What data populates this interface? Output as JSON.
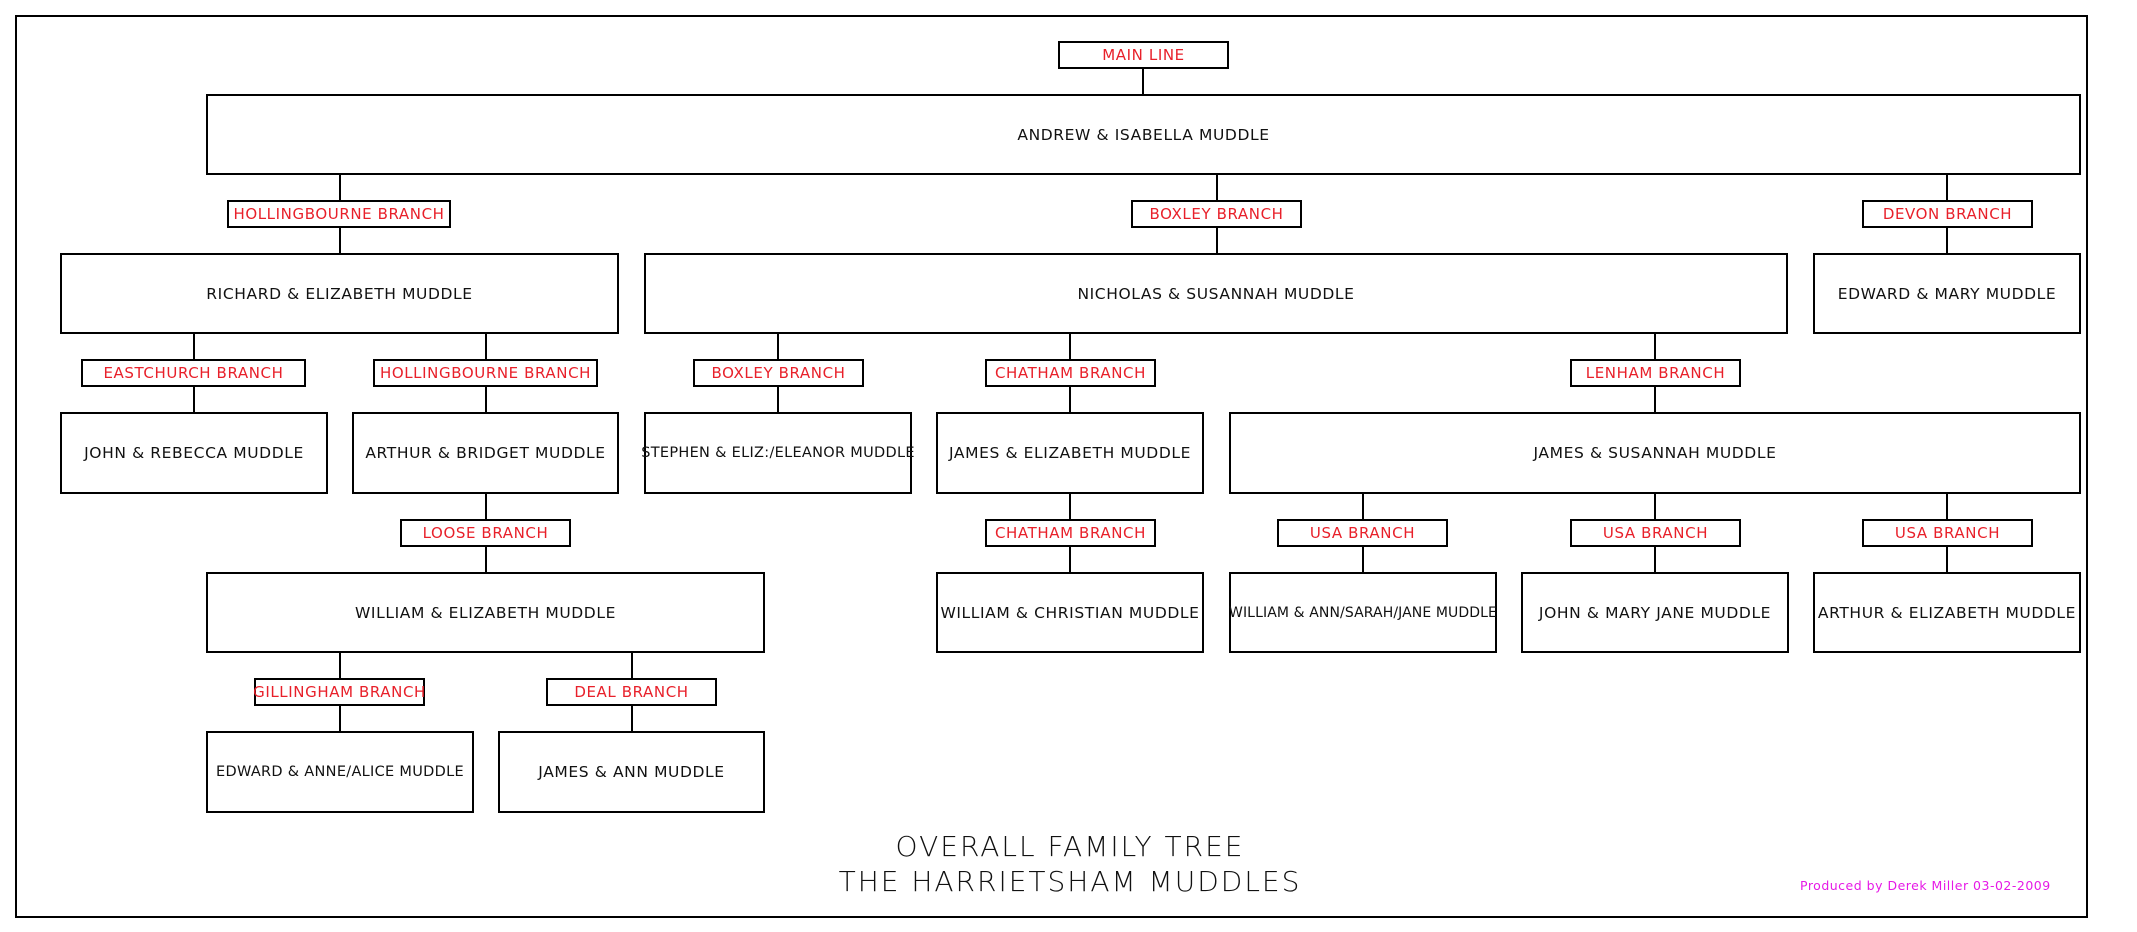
{
  "labels": {
    "main_line": "MAIN LINE",
    "hollingbourne_1": "HOLLINGBOURNE BRANCH",
    "boxley_1": "BOXLEY BRANCH",
    "devon": "DEVON BRANCH",
    "eastchurch": "EASTCHURCH BRANCH",
    "hollingbourne_2": "HOLLINGBOURNE BRANCH",
    "boxley_2": "BOXLEY BRANCH",
    "chatham_1": "CHATHAM BRANCH",
    "lenham": "LENHAM BRANCH",
    "loose": "LOOSE BRANCH",
    "chatham_2": "CHATHAM BRANCH",
    "usa_1": "USA BRANCH",
    "usa_2": "USA BRANCH",
    "usa_3": "USA BRANCH",
    "gillingham": "GILLINGHAM BRANCH",
    "deal": "DEAL BRANCH"
  },
  "people": {
    "andrew_isabella": "ANDREW & ISABELLA MUDDLE",
    "richard_elizabeth": "RICHARD & ELIZABETH MUDDLE",
    "nicholas_susannah": "NICHOLAS & SUSANNAH MUDDLE",
    "edward_mary": "EDWARD & MARY MUDDLE",
    "john_rebecca": "JOHN & REBECCA MUDDLE",
    "arthur_bridget": "ARTHUR & BRIDGET MUDDLE",
    "stephen_eliz_eleanor": "STEPHEN & ELIZ:/ELEANOR MUDDLE",
    "james_elizabeth": "JAMES & ELIZABETH MUDDLE",
    "james_susannah": "JAMES & SUSANNAH MUDDLE",
    "william_elizabeth": "WILLIAM & ELIZABETH MUDDLE",
    "william_christian": "WILLIAM & CHRISTIAN MUDDLE",
    "william_ann_sarah_jane": "WILLIAM & ANN/SARAH/JANE MUDDLE",
    "john_mary_jane": "JOHN & MARY JANE MUDDLE",
    "arthur_elizabeth": "ARTHUR & ELIZABETH MUDDLE",
    "edward_anne_alice": "EDWARD & ANNE/ALICE MUDDLE",
    "james_ann": "JAMES & ANN MUDDLE"
  },
  "title": {
    "line1": "OVERALL FAMILY TREE",
    "line2": "THE HARRIETSHAM MUDDLES"
  },
  "credit": "Produced by Derek Miller 03-02-2009",
  "colors": {
    "branch_label": "#e8202a",
    "credit": "#e619e6",
    "lines": "#000000"
  }
}
